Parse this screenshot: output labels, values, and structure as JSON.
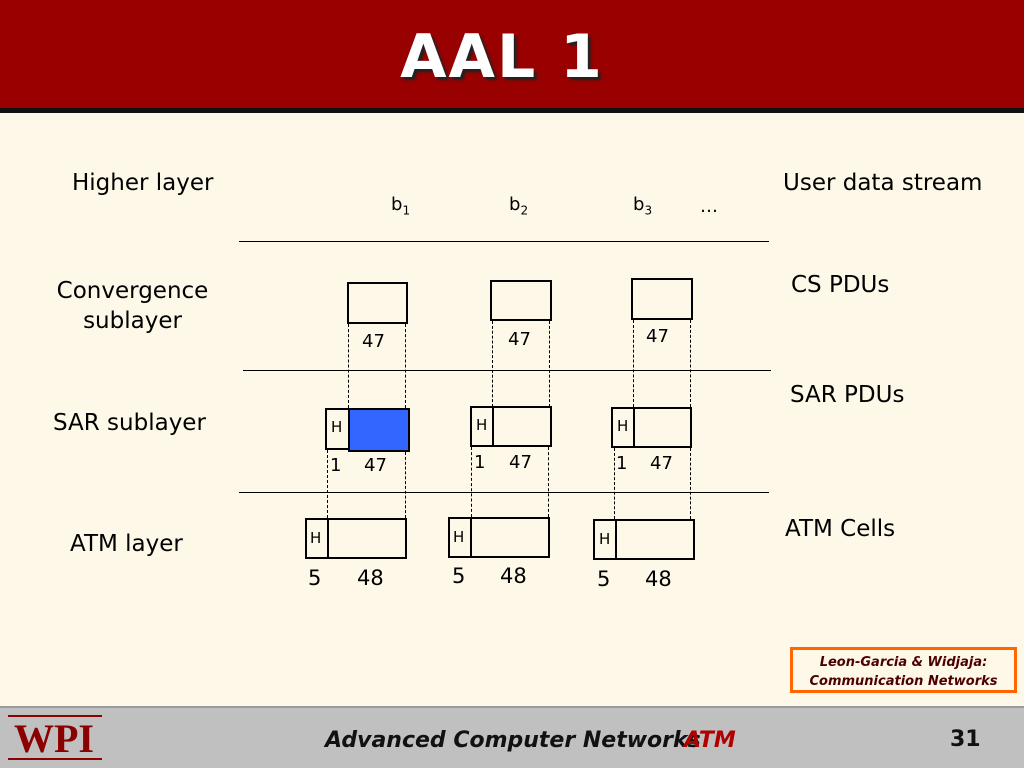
{
  "slide": {
    "title": "AAL 1",
    "footer_course": "Advanced Computer Networks",
    "footer_topic": "ATM",
    "page_number": "31",
    "logo_text": "WPI"
  },
  "credit": {
    "line1": "Leon-Garcia & Widjaja:",
    "line2": "Communication Networks"
  },
  "layers": {
    "higher": "Higher layer",
    "cs_line1": "Convergence",
    "cs_line2": "sublayer",
    "sar": "SAR sublayer",
    "atm": "ATM layer"
  },
  "right_labels": {
    "stream": "User data stream",
    "cs_pdus": "CS PDUs",
    "sar_pdus": "SAR PDUs",
    "atm_cells": "ATM Cells"
  },
  "stream": {
    "b1": {
      "base": "b",
      "sub": "1"
    },
    "b2": {
      "base": "b",
      "sub": "2"
    },
    "b3": {
      "base": "b",
      "sub": "3"
    },
    "ellipsis": "…"
  },
  "cs_units": [
    "47",
    "47",
    "47"
  ],
  "sar_units": {
    "header": "H",
    "header_size": "1",
    "payload_size": "47"
  },
  "atm_units": {
    "header": "H",
    "header_size": "5",
    "payload_size": "48"
  },
  "colors": {
    "title_bar": "#990000",
    "highlight_payload": "#3366ff",
    "credit_border": "#ff6600",
    "footer_topic": "#b00000",
    "background": "#fdf8e8"
  }
}
